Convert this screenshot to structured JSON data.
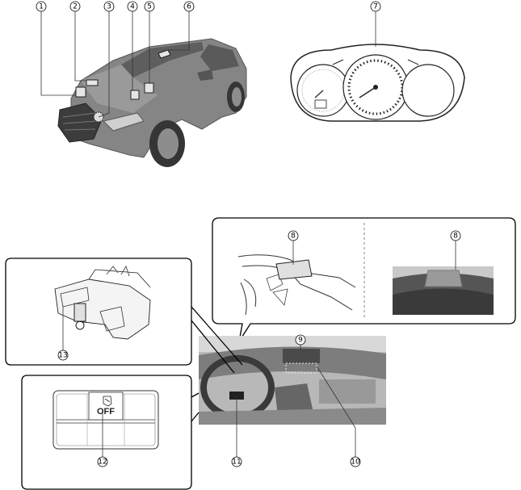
{
  "callouts": [
    "1",
    "2",
    "3",
    "4",
    "5",
    "6",
    "7",
    "8",
    "8",
    "9",
    "10",
    "11",
    "12",
    "13"
  ],
  "switch_label": "OFF",
  "colors": {
    "line": "#333333",
    "car_body": "#808080",
    "car_dark": "#4a4a4a",
    "interior": "#a9a9a9",
    "panel_stroke": "#000000"
  }
}
